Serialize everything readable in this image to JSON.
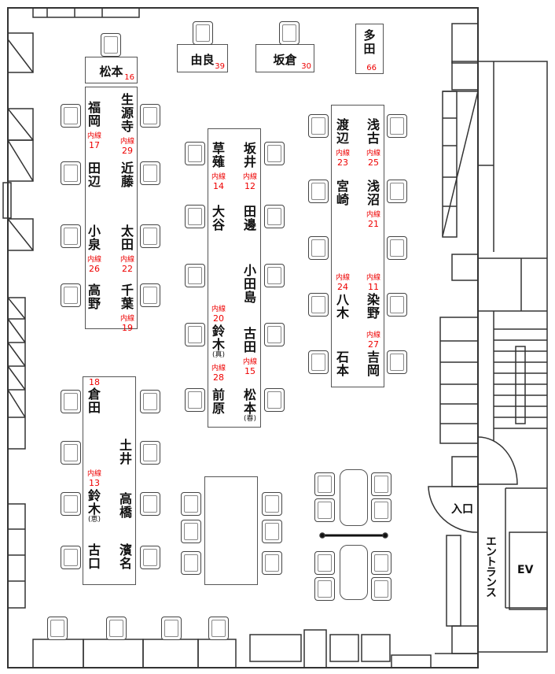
{
  "rooms": [
    {
      "name": "松本",
      "ext": "16"
    },
    {
      "name": "由良",
      "ext": "39"
    },
    {
      "name": "坂倉",
      "ext": "30"
    },
    {
      "name": "多田",
      "ext": "66"
    }
  ],
  "ext_prefix": "内線",
  "seats": [
    {
      "name": "福岡",
      "ext": "17"
    },
    {
      "name": "生源寺",
      "ext": "29"
    },
    {
      "name": "田辺"
    },
    {
      "name": "近藤"
    },
    {
      "name": "小泉",
      "ext": "26"
    },
    {
      "name": "太田",
      "ext": "22"
    },
    {
      "name": "高野"
    },
    {
      "name": "千葉",
      "ext": "19"
    },
    {
      "name": "草薙",
      "ext": "14"
    },
    {
      "name": "坂井",
      "ext": "12"
    },
    {
      "name": "大谷"
    },
    {
      "name": "田邊"
    },
    {
      "name": "小田島"
    },
    {
      "name": "鈴木",
      "suffix": "(真)",
      "ext": "28",
      "ext_above": "20"
    },
    {
      "name": "古田",
      "ext": "15"
    },
    {
      "name": "前原"
    },
    {
      "name": "松本",
      "suffix": "(春)"
    },
    {
      "name": "渡辺",
      "ext": "23"
    },
    {
      "name": "浅古",
      "ext": "25"
    },
    {
      "name": "宮崎"
    },
    {
      "name": "浅沼",
      "ext": "21"
    },
    {
      "name": "八木",
      "ext_above": "24"
    },
    {
      "name": "染野",
      "ext_above": "11"
    },
    {
      "name": "石本"
    },
    {
      "name": "吉岡",
      "ext_above": "27"
    },
    {
      "name": "倉田",
      "ext_plain": "18"
    },
    {
      "name": "土井"
    },
    {
      "name": "鈴木",
      "suffix": "(恵)",
      "ext_above": "13"
    },
    {
      "name": "高橋"
    },
    {
      "name": "古口"
    },
    {
      "name": "濱名"
    }
  ],
  "labels": {
    "entrance_door": "入口",
    "entrance_hall": "エントランス",
    "elevator": "EV"
  }
}
